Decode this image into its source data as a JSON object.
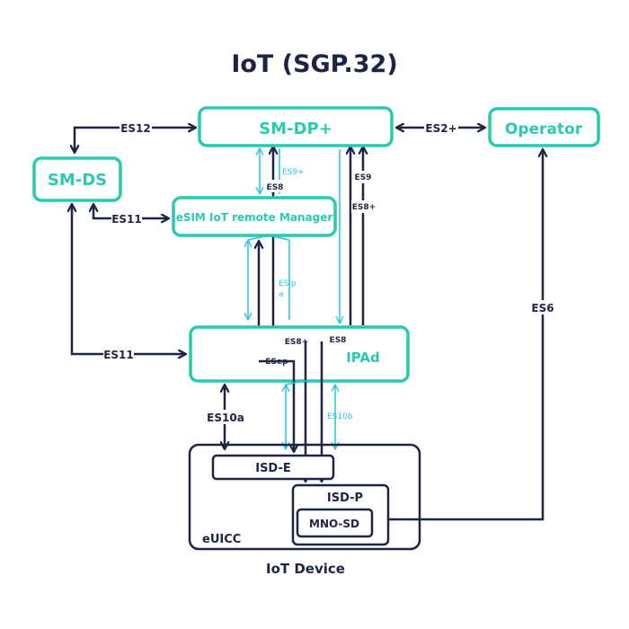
{
  "title": "IoT (SGP.32)",
  "colors": {
    "teal": "#2cc9b0",
    "navy": "#1e2445",
    "cyan": "#27c3e6"
  },
  "nodes": {
    "smdp": "SM-DP+",
    "operator": "Operator",
    "smds": "SM-DS",
    "eim": "eSIM IoT remote Manager",
    "ipad": "IPAd",
    "isde": "ISD-E",
    "isdp": "ISD-P",
    "mnosd": "MNO-SD",
    "euicc": "eUICC",
    "device": "IoT Device"
  },
  "interfaces": {
    "es12": "ES12",
    "es2plus": "ES2+",
    "es11_top": "ES11",
    "es11_bottom": "ES11",
    "es9plus_cyan": "ES9+",
    "es8_left": "ES8",
    "es9": "ES9",
    "es8plus_right": "ES8+",
    "esipa_1": "ESip",
    "esipa_2": "a",
    "es6": "ES6",
    "es8plus_ipad": "ES8+",
    "es8_ipad": "ES8",
    "esep": "ESep",
    "es10a": "ES10a",
    "es10b": "ES10b"
  }
}
